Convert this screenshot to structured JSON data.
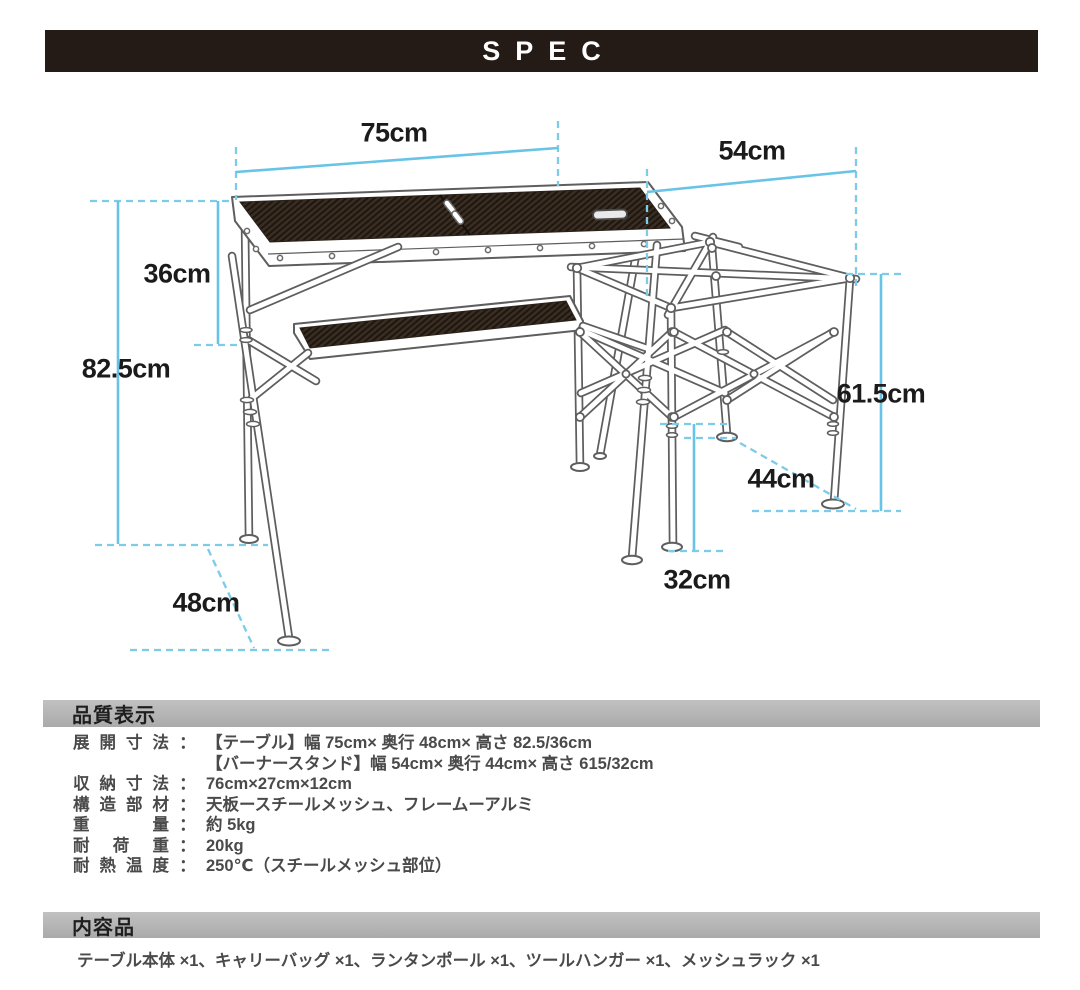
{
  "header": {
    "title": "SPEC"
  },
  "diagram": {
    "accent_color": "#68c4e6",
    "dimension_labels": {
      "table_width": "75cm",
      "stand_width": "54cm",
      "table_low_height": "36cm",
      "table_high_height": "82.5cm",
      "stand_height": "61.5cm",
      "stand_depth": "44cm",
      "table_depth": "48cm",
      "stand_leg_height": "32cm"
    }
  },
  "quality_section": {
    "title": "品質表示",
    "rows": [
      {
        "label": "展開寸法",
        "colon": "：",
        "value": "【テーブル】幅 75cm× 奥行 48cm× 高さ 82.5/36cm"
      },
      {
        "label": "",
        "colon": "",
        "value": "【バーナースタンド】幅 54cm× 奥行 44cm× 高さ 615/32cm"
      },
      {
        "label": "収納寸法",
        "colon": "：",
        "value": "76cm×27cm×12cm"
      },
      {
        "label": "構造部材",
        "colon": "：",
        "value": "天板ースチールメッシュ、フレームーアルミ"
      },
      {
        "label": "重量",
        "colon": "：",
        "value": "約 5kg"
      },
      {
        "label": "耐荷重",
        "colon": "：",
        "value": "20kg"
      },
      {
        "label": "耐熱温度",
        "colon": "：",
        "value": "250℃（スチールメッシュ部位）"
      }
    ]
  },
  "contents_section": {
    "title": "内容品",
    "text": "テーブル本体 ×1、キャリーバッグ ×1、ランタンポール ×1、ツールハンガー ×1、メッシュラック ×1"
  }
}
